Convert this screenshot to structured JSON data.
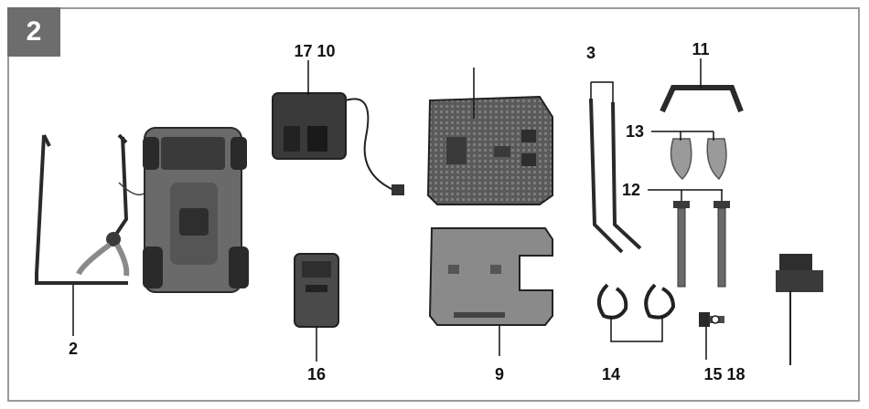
{
  "figure": {
    "number": "2"
  },
  "labels": {
    "l2": "2",
    "l16": "16",
    "l17_10": "17 10",
    "l9": "9",
    "l3": "3",
    "l11": "11",
    "l13": "13",
    "l12": "12",
    "l14": "14",
    "l15_18": "15 18"
  },
  "colors": {
    "badge": "#6d6d6d",
    "border": "#9a9a9a",
    "part_dark": "#3a3a3a",
    "part_mid": "#6a6a6a",
    "part_light": "#9a9a9a"
  }
}
